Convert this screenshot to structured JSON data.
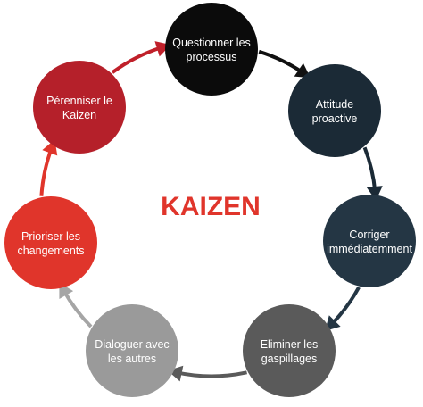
{
  "diagram": {
    "center_title": "KAIZEN",
    "center_color": "#e0352b",
    "steps": [
      {
        "id": "questionner",
        "line1": "Questionner les",
        "line2": "processus",
        "color": "#0b0b0b"
      },
      {
        "id": "attitude",
        "line1": "Attitude",
        "line2": "proactive",
        "color": "#1b2a36"
      },
      {
        "id": "corriger",
        "line1": "Corriger",
        "line2": "immédiatemment",
        "color": "#243644"
      },
      {
        "id": "eliminer",
        "line1": "Eliminer les",
        "line2": "gaspillages",
        "color": "#5a5a5a"
      },
      {
        "id": "dialoguer",
        "line1": "Dialoguer avec",
        "line2": "les autres",
        "color": "#9a9a9a"
      },
      {
        "id": "prioriser",
        "line1": "Prioriser les",
        "line2": "changements",
        "color": "#e0352b"
      },
      {
        "id": "perenniser",
        "line1": "Pérenniser le",
        "line2": "Kaizen",
        "color": "#b5202a"
      }
    ],
    "arrows": [
      {
        "from": "questionner",
        "to": "attitude",
        "color": "#111111"
      },
      {
        "from": "attitude",
        "to": "corriger",
        "color": "#1b2a36"
      },
      {
        "from": "corriger",
        "to": "eliminer",
        "color": "#243644"
      },
      {
        "from": "eliminer",
        "to": "dialoguer",
        "color": "#5a5a5a"
      },
      {
        "from": "dialoguer",
        "to": "prioriser",
        "color": "#a5a5a5"
      },
      {
        "from": "prioriser",
        "to": "perenniser",
        "color": "#e0352b"
      },
      {
        "from": "perenniser",
        "to": "questionner",
        "color": "#c0202a"
      }
    ]
  }
}
